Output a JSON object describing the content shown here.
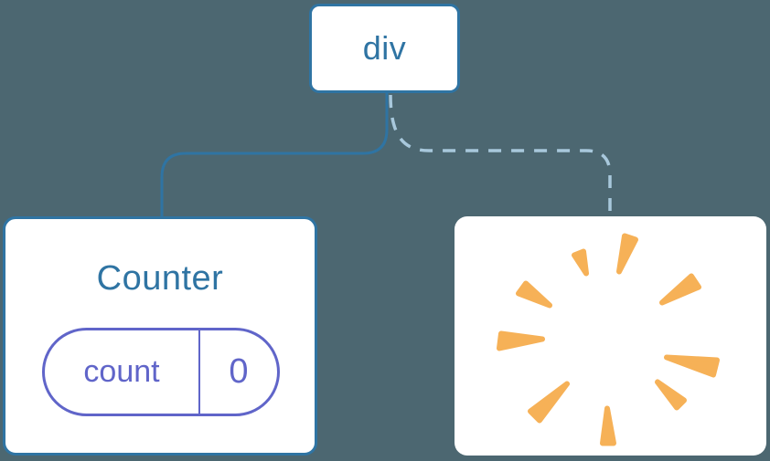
{
  "colors": {
    "background": "#4C6771",
    "node_line": "#2F74A3",
    "dashed_line": "#A8C8DC",
    "state_accent": "#6065C9",
    "spark": "#F6B157",
    "card_bg": "#FFFFFF"
  },
  "tree": {
    "root": {
      "label": "div"
    },
    "children": [
      {
        "name": "counter-component",
        "title": "Counter",
        "connector": "solid",
        "state": {
          "key": "count",
          "value": "0"
        }
      },
      {
        "name": "removed-component",
        "connector": "dashed",
        "icon": "poof-burst-icon"
      }
    ]
  }
}
